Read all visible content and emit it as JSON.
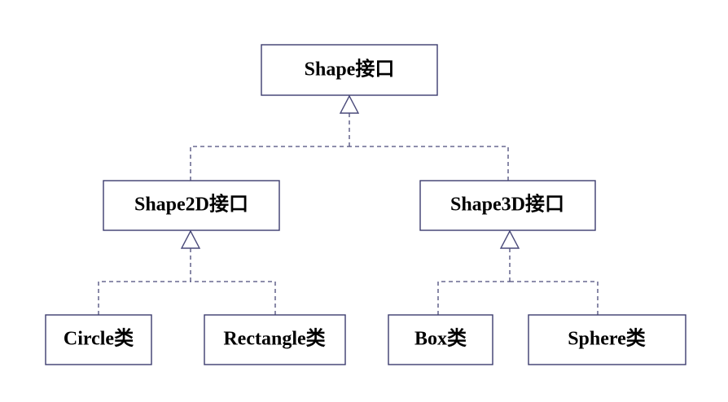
{
  "diagram": {
    "nodes": {
      "shape": "Shape接口",
      "shape2d": "Shape2D接口",
      "shape3d": "Shape3D接口",
      "circle": "Circle类",
      "rectangle": "Rectangle类",
      "box": "Box类",
      "sphere": "Sphere类"
    },
    "relations": [
      {
        "from": "shape2d",
        "to": "shape",
        "kind": "realization"
      },
      {
        "from": "shape3d",
        "to": "shape",
        "kind": "realization"
      },
      {
        "from": "circle",
        "to": "shape2d",
        "kind": "realization"
      },
      {
        "from": "rectangle",
        "to": "shape2d",
        "kind": "realization"
      },
      {
        "from": "box",
        "to": "shape3d",
        "kind": "realization"
      },
      {
        "from": "sphere",
        "to": "shape3d",
        "kind": "realization"
      }
    ]
  }
}
